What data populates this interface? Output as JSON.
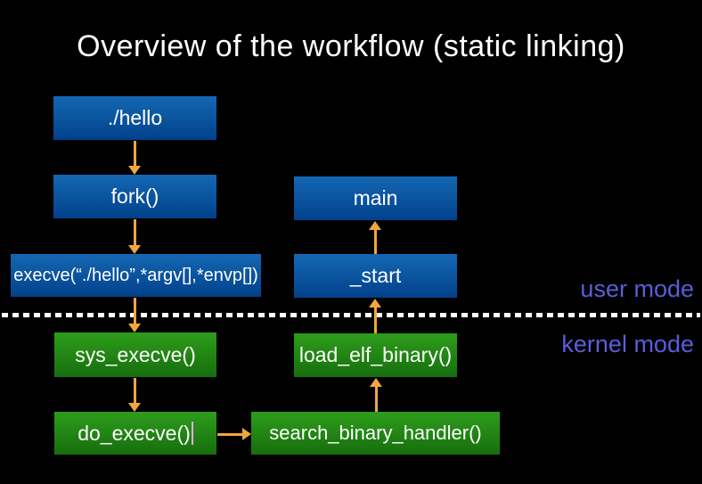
{
  "title": "Overview of the workflow (static linking)",
  "nodes": {
    "hello": {
      "label": "./hello"
    },
    "fork": {
      "label": "fork()"
    },
    "execve": {
      "label": "execve(“./hello”,*argv[],*envp[])"
    },
    "main": {
      "label": "main"
    },
    "start": {
      "label": "_start"
    },
    "sys_execve": {
      "label": "sys_execve()"
    },
    "do_execve": {
      "label": "do_execve()",
      "text_cursor_visible": true
    },
    "load_elf_binary": {
      "label": "load_elf_binary()"
    },
    "search_binary_handler": {
      "label": "search_binary_handler()"
    }
  },
  "regions": {
    "user_mode_label": "user mode",
    "kernel_mode_label": "kernel mode"
  },
  "edges": [
    {
      "from": "hello",
      "to": "fork",
      "direction": "down"
    },
    {
      "from": "fork",
      "to": "execve",
      "direction": "down"
    },
    {
      "from": "execve",
      "to": "sys_execve",
      "direction": "down"
    },
    {
      "from": "start",
      "to": "main",
      "direction": "up"
    },
    {
      "from": "load_elf_binary",
      "to": "start",
      "direction": "up"
    },
    {
      "from": "sys_execve",
      "to": "do_execve",
      "direction": "down"
    },
    {
      "from": "do_execve",
      "to": "search_binary_handler",
      "direction": "right"
    },
    {
      "from": "search_binary_handler",
      "to": "load_elf_binary",
      "direction": "up"
    }
  ],
  "colors": {
    "background": "#000000",
    "title_text": "#ffffff",
    "user_box_top": "#1467b3",
    "user_box_bottom": "#02418b",
    "kernel_box_top": "#2e9d1b",
    "kernel_box_bottom": "#166e0d",
    "box_text": "#ffffff",
    "arrow": "#f0a73c",
    "mode_label": "#5a5dd8",
    "divider": "#ffffff",
    "text_cursor": "#edaae6"
  }
}
